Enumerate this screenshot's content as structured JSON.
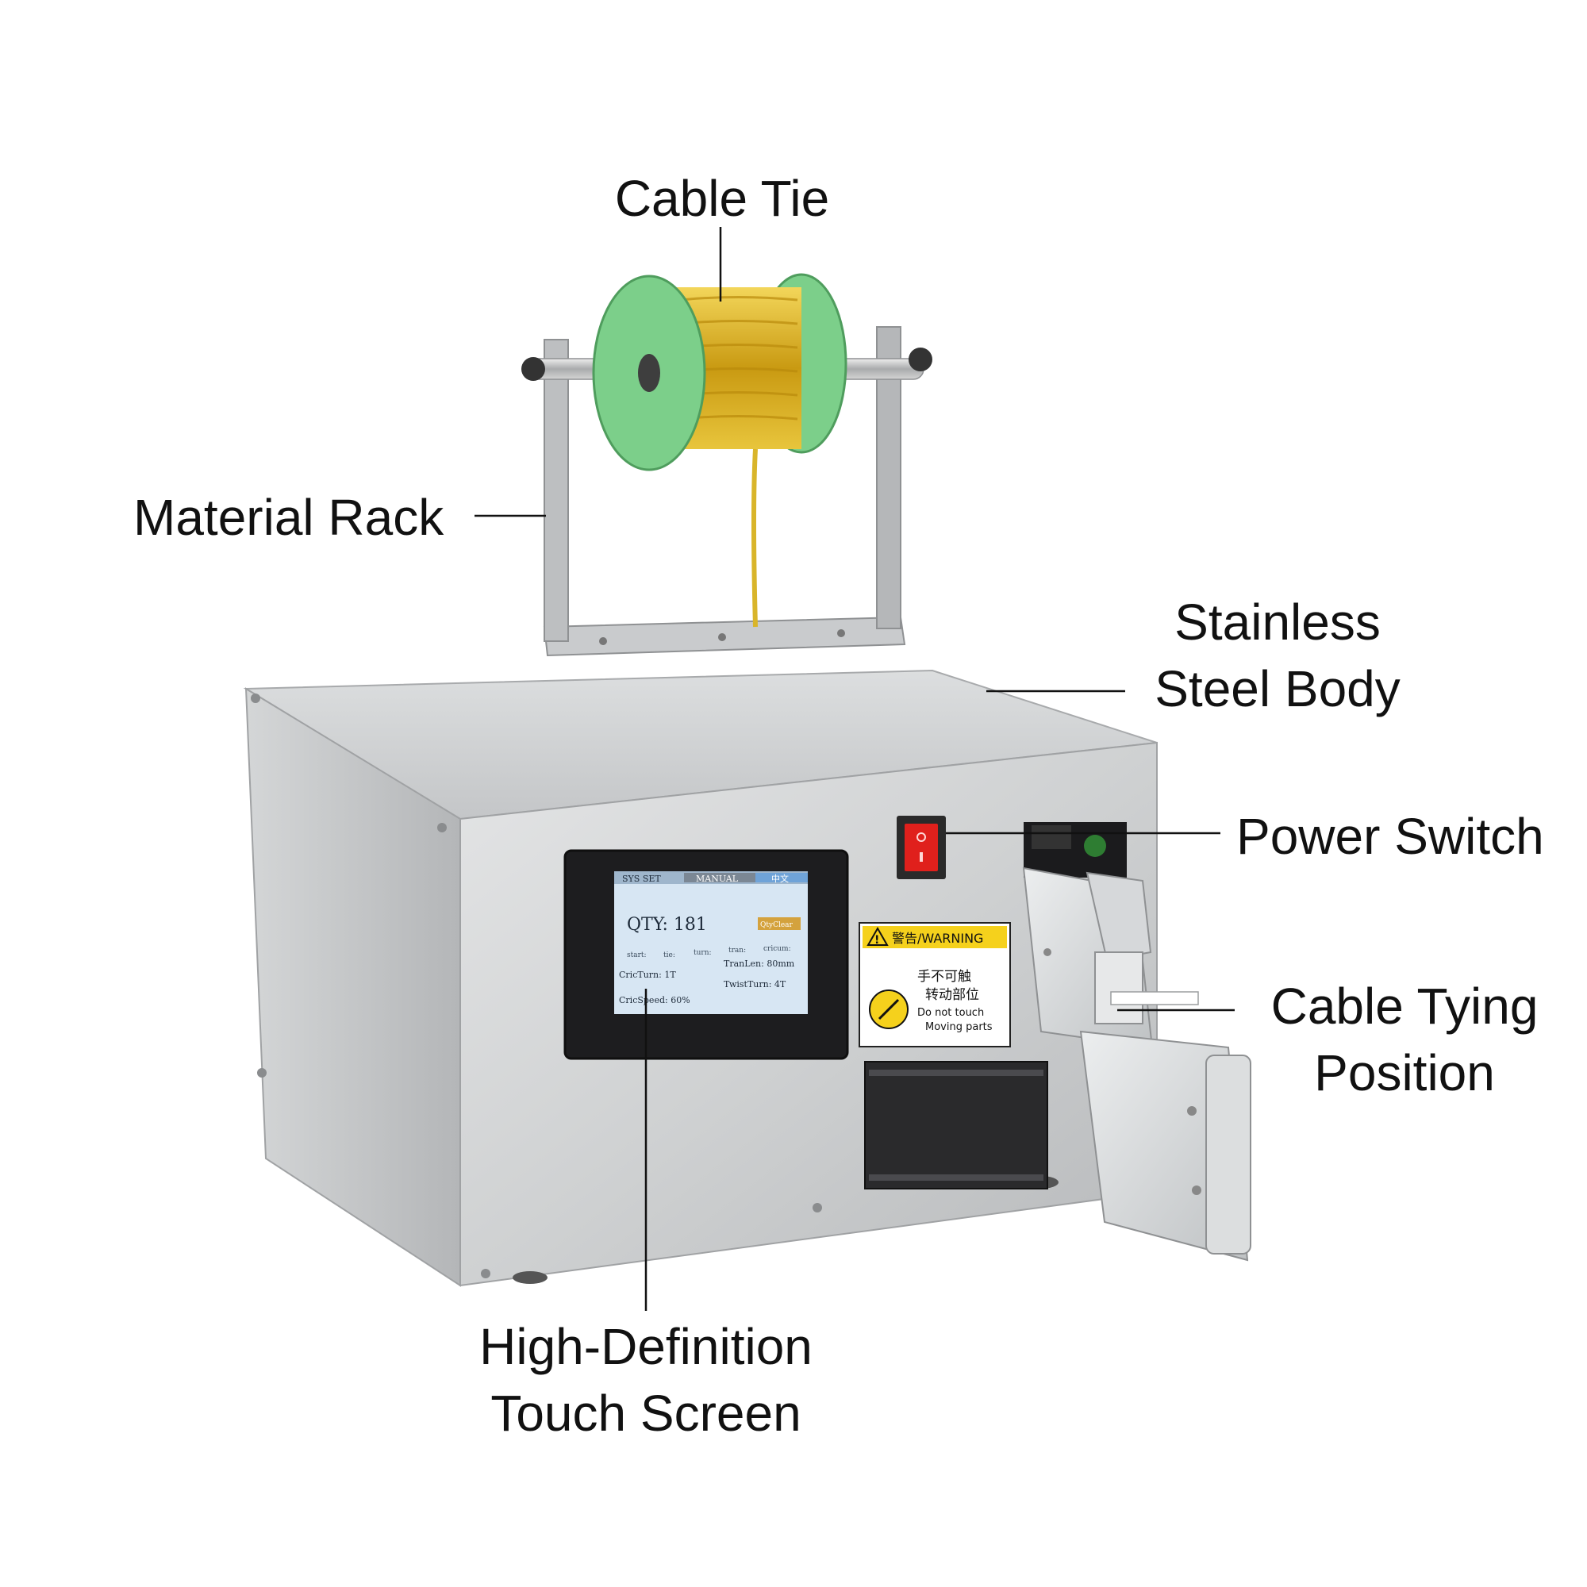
{
  "labels": {
    "cable_tie": "Cable Tie",
    "material_rack": "Material Rack",
    "body_line1": "Stainless",
    "body_line2": "Steel Body",
    "power_switch": "Power Switch",
    "tying_line1": "Cable Tying",
    "tying_line2": "Position",
    "screen_line1": "High-Definition",
    "screen_line2": "Touch Screen"
  },
  "touch_screen": {
    "tab_sys": "SYS SET",
    "tab_manual": "MANUAL",
    "tab_lang": "中文",
    "qty": "QTY: 181",
    "qty_clear": "QtyClear",
    "status_start": "start:",
    "status_tie": "tie:",
    "status_turn": "turn:",
    "status_tran": "tran:",
    "status_cricum": "cricum:",
    "tranlen": "TranLen: 80mm",
    "cricturn": "CricTurn: 1T",
    "twistturn": "TwistTurn: 4T",
    "cricspeed": "CricSpeed: 60%"
  },
  "warning_label": {
    "header": "警告/WARNING",
    "cn_line1": "手不可触",
    "cn_line2": "转动部位",
    "en_line1": "Do not touch",
    "en_line2": "Moving parts"
  },
  "colors": {
    "spool_green": "#7ccf8a",
    "wire_gold": "#d9b52a",
    "steel": "#c9cbcd",
    "switch_red": "#e0201c",
    "screen_blue": "#d7e6f3",
    "warning_yellow": "#f5d11c"
  }
}
